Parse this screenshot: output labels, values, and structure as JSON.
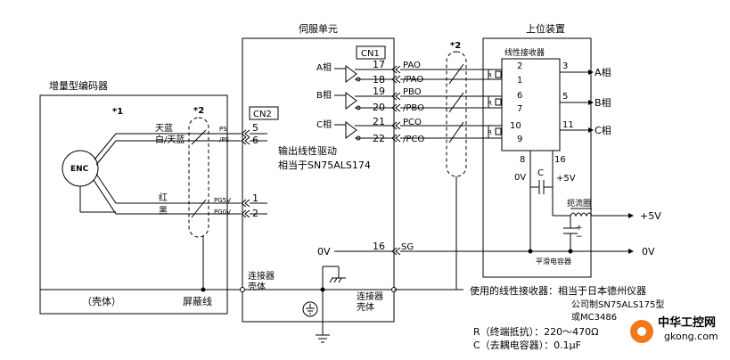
{
  "blocks": {
    "encoder_title": "增量型编码器",
    "servo_title": "伺服单元",
    "host_title": "上位装置",
    "receiver_title": "线性接收器",
    "enc_label": "ENC",
    "cn1": "CN1",
    "cn2": "CN2",
    "star1": "*1",
    "star2": "*2"
  },
  "encoder_wires": [
    {
      "color": "天蓝",
      "signal": "PS",
      "pin": "5"
    },
    {
      "color": "白/天蓝",
      "signal": "/PS",
      "pin": "6"
    },
    {
      "color": "红",
      "signal": "PG5V",
      "pin": "1"
    },
    {
      "color": "黑",
      "signal": "PG0V",
      "pin": "2"
    }
  ],
  "phases": [
    {
      "label": "A相",
      "pins": [
        "17",
        "18"
      ],
      "signals": [
        "PAO",
        "/PAO"
      ],
      "rx_pins": [
        "2",
        "1"
      ],
      "out_pin": "3",
      "out_label": "A相",
      "r": "R"
    },
    {
      "label": "B相",
      "pins": [
        "19",
        "20"
      ],
      "signals": [
        "PBO",
        "/PBO"
      ],
      "rx_pins": [
        "6",
        "7"
      ],
      "out_pin": "5",
      "out_label": "B相",
      "r": "R"
    },
    {
      "label": "C相",
      "pins": [
        "21",
        "22"
      ],
      "signals": [
        "PCO",
        "/PCO"
      ],
      "rx_pins": [
        "10",
        "9"
      ],
      "out_pin": "11",
      "out_label": "C相",
      "r": "R"
    }
  ],
  "driver": {
    "line1": "输出线性驱动",
    "line2": "相当于SN75ALS174"
  },
  "signal_ground": {
    "label": "0V",
    "pin": "16",
    "signal": "SG"
  },
  "receiver_power": {
    "pin_gnd": "8",
    "pin_vcc": "16",
    "ov": "0V",
    "cap": "C",
    "vplus": "+5V"
  },
  "filter": {
    "choke": "扼流圈",
    "vplus": "+5V",
    "ov": "0V",
    "smoothing_cap": "平滑电容器",
    "plus": "+",
    "minus": "−"
  },
  "labels": {
    "case": "（壳体）",
    "shield": "屏蔽线",
    "conn_case_1": "连接器",
    "conn_case_2": "壳体",
    "conn_case_b1": "连接器",
    "conn_case_b2": "壳体"
  },
  "notes": {
    "line1": "使用的线性接收器：相当于日本德州仪器",
    "line2": "公司制SN75ALS175型",
    "line3": "或MC3486",
    "line4": "R（终端抵抗）：220～470Ω",
    "line5": "C（去耦电容器）：0.1μF"
  },
  "watermark": {
    "main": "中华工控网",
    "sub": "gkong.com"
  },
  "colors": {
    "line": "#000000",
    "watermark_orange": "#f07a1a",
    "watermark_red": "#e0301e"
  }
}
